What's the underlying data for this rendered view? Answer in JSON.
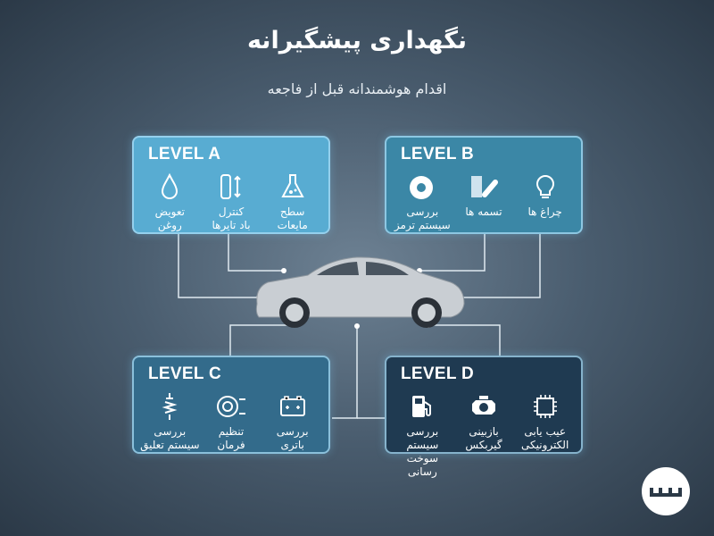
{
  "header": {
    "title": "نگهداری پیشگیرانه",
    "subtitle": "اقدام هوشمندانه قبل از فاجعه"
  },
  "levels": [
    {
      "title": "LEVEL A",
      "color": "#58acd2",
      "items": [
        {
          "icon": "flask-icon",
          "line1": "سطح",
          "line2": "مایعات"
        },
        {
          "icon": "tire-pressure-icon",
          "line1": "کنترل",
          "line2": "باد تایرها"
        },
        {
          "icon": "oil-drop-icon",
          "line1": "تعویض",
          "line2": "روغن"
        }
      ]
    },
    {
      "title": "LEVEL B",
      "color": "#3b87a6",
      "items": [
        {
          "icon": "light-bulb-icon",
          "line1": "چراغ ها",
          "line2": ""
        },
        {
          "icon": "belt-icon",
          "line1": "تسمه ها",
          "line2": ""
        },
        {
          "icon": "brake-disc-icon",
          "line1": "بررسی",
          "line2": "سیستم ترمز"
        }
      ]
    },
    {
      "title": "LEVEL C",
      "color": "#336b8b",
      "items": [
        {
          "icon": "battery-icon",
          "line1": "بررسی",
          "line2": "باتری"
        },
        {
          "icon": "wheel-alignment-icon",
          "line1": "تنظیم",
          "line2": "فرمان"
        },
        {
          "icon": "shock-absorber-icon",
          "line1": "بررسی",
          "line2": "سیستم تعلیق"
        }
      ]
    },
    {
      "title": "LEVEL D",
      "color": "#1f3a51",
      "items": [
        {
          "icon": "chip-icon",
          "line1": "عیب یابی",
          "line2": "الکترونیکی"
        },
        {
          "icon": "engine-icon",
          "line1": "بازبینی",
          "line2": "گیربکس"
        },
        {
          "icon": "fuel-pump-icon",
          "line1": "بررسی سیستم",
          "line2": "سوخت رسانی"
        }
      ]
    }
  ]
}
